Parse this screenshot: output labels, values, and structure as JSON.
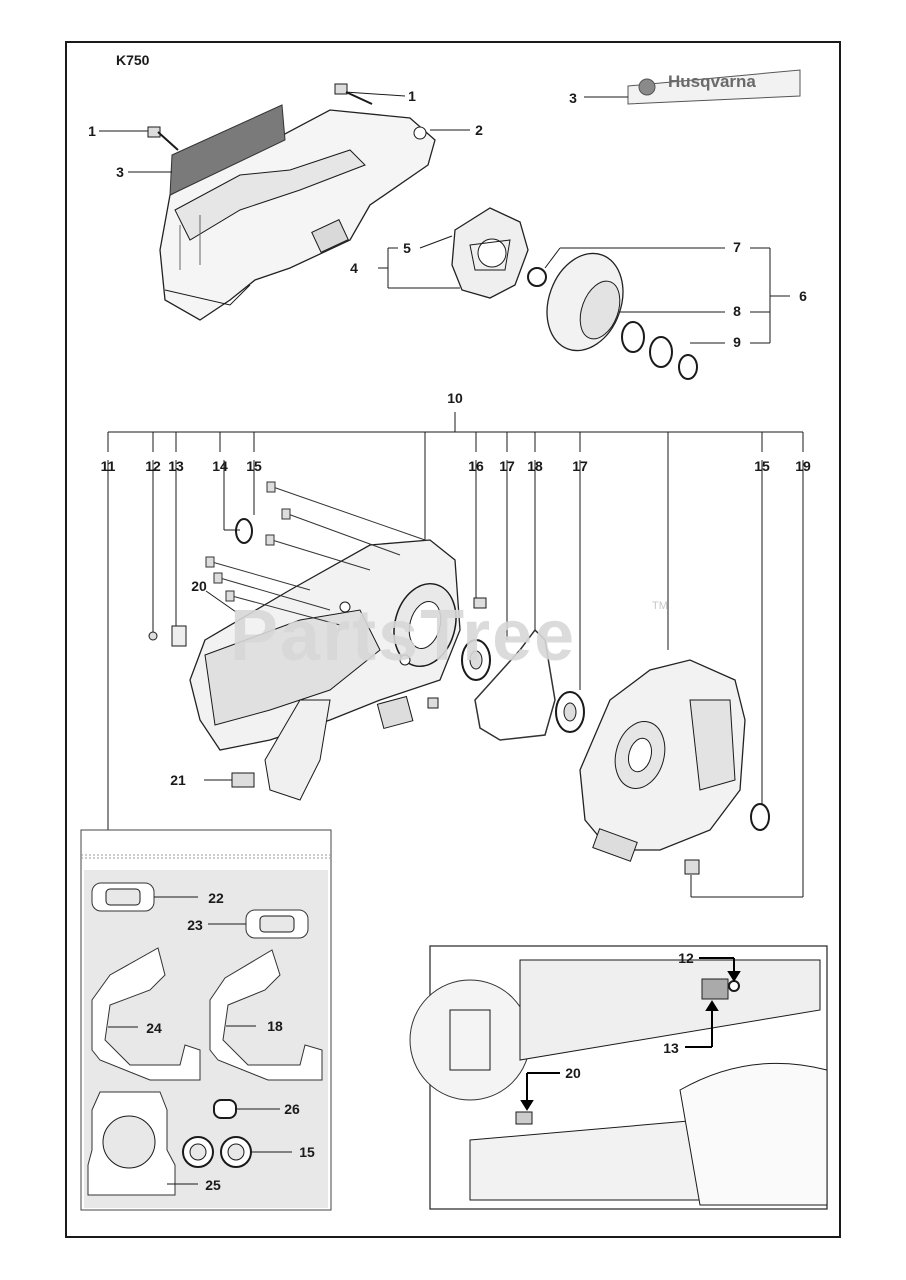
{
  "model": "K750",
  "brand": "Husqvarna",
  "watermark": "PartsTree",
  "trademark": "TM",
  "callouts": {
    "c1a": "1",
    "c1b": "1",
    "c2": "2",
    "c3a": "3",
    "c3b": "3",
    "c4": "4",
    "c5": "5",
    "c6": "6",
    "c7": "7",
    "c8": "8",
    "c9": "9",
    "c10": "10",
    "c11": "11",
    "c12": "12",
    "c13": "13",
    "c14": "14",
    "c15a": "15",
    "c15b": "15",
    "c16": "16",
    "c17a": "17",
    "c17b": "17",
    "c18": "18",
    "c19": "19",
    "c20": "20",
    "c21": "21",
    "k22": "22",
    "k23": "23",
    "k24": "24",
    "k18": "18",
    "k26": "26",
    "k25": "25",
    "k15": "15",
    "d12": "12",
    "d13": "13",
    "d20": "20"
  }
}
